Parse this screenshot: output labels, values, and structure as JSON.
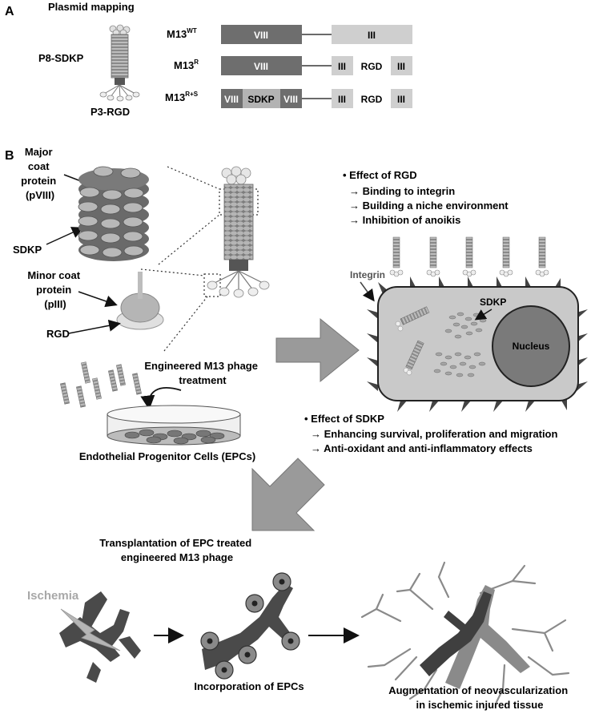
{
  "panel_a": {
    "letter": "A",
    "title": "Plasmid mapping",
    "label_p8": "P8-SDKP",
    "label_p3": "P3-RGD",
    "rows": [
      {
        "base": "M13",
        "sup": "WT"
      },
      {
        "base": "M13",
        "sup": "R"
      },
      {
        "base": "M13",
        "sup": "R+S"
      }
    ],
    "seg": {
      "viii": "VIII",
      "iii": "III",
      "rgd": "RGD",
      "sdkp": "SDKP"
    }
  },
  "panel_b": {
    "letter": "B",
    "major_coat": [
      "Major",
      "coat",
      "protein",
      "(pVIII)"
    ],
    "sdkp": "SDKP",
    "minor_coat": [
      "Minor coat",
      "protein",
      "(pIII)"
    ],
    "rgd": "RGD",
    "treatment": [
      "Engineered M13 phage",
      "treatment"
    ],
    "epcs": "Endothelial Progenitor Cells (EPCs)",
    "rgd_effects": {
      "heading": "• Effect of RGD",
      "items": [
        "→ Binding to integrin",
        "→ Building a niche environment",
        "→ Inhibition of anoikis"
      ]
    },
    "integrin": "Integrin",
    "cell_sdkp": "SDKP",
    "nucleus": "Nucleus",
    "sdkp_effects": {
      "heading": "• Effect of SDKP",
      "items": [
        "→ Enhancing survival, proliferation and migration",
        "→ Anti-oxidant and anti-inflammatory effects"
      ]
    },
    "transplant": [
      "Transplantation of EPC treated",
      "engineered M13 phage"
    ],
    "ischemia": "Ischemia",
    "incorporation": "Incorporation of EPCs",
    "augmentation": [
      "Augmentation of neovascularization",
      "in ischemic injured tissue"
    ]
  },
  "colors": {
    "dark_gray": "#6e6e6e",
    "light_gray": "#cfcfcf",
    "cell_fill": "#c9c9c9",
    "nucleus_fill": "#7a7a7a",
    "vessel": "#4a4a4a",
    "arrow_fill": "#9a9a9a"
  }
}
